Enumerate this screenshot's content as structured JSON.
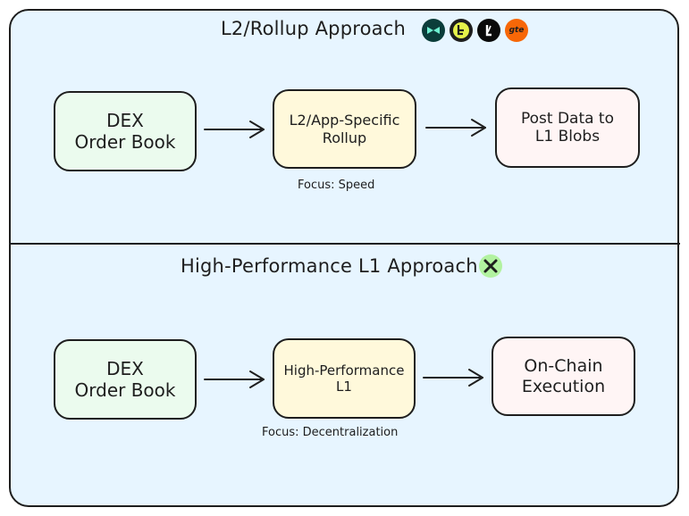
{
  "sections": {
    "top": {
      "title": "L2/Rollup Approach",
      "nodes": {
        "dex": [
          "DEX",
          "Order Book"
        ],
        "rollup": [
          "L2/App-Specific",
          "Rollup"
        ],
        "blobs": [
          "Post Data to",
          "L1 Blobs"
        ]
      },
      "focus": "Focus: Speed",
      "logos": [
        "infinity-logo",
        "b-logo",
        "l-slash-logo",
        "gte-logo"
      ],
      "logo_text_gte": "gte"
    },
    "bottom": {
      "title": "High-Performance L1 Approach",
      "nodes": {
        "dex": [
          "DEX",
          "Order Book"
        ],
        "l1": [
          "High-Performance",
          "L1"
        ],
        "onchain": [
          "On-Chain",
          "Execution"
        ]
      },
      "focus": "Focus: Decentralization",
      "logos": [
        "x-pinwheel-logo"
      ]
    }
  },
  "colors": {
    "container": "#e7f5ff",
    "green_node": "#ebfbee",
    "yellow_node": "#fff9db",
    "pink_node": "#fff5f5",
    "gte_orange": "#f76707",
    "pinwheel_green": "#b2f2a0"
  }
}
